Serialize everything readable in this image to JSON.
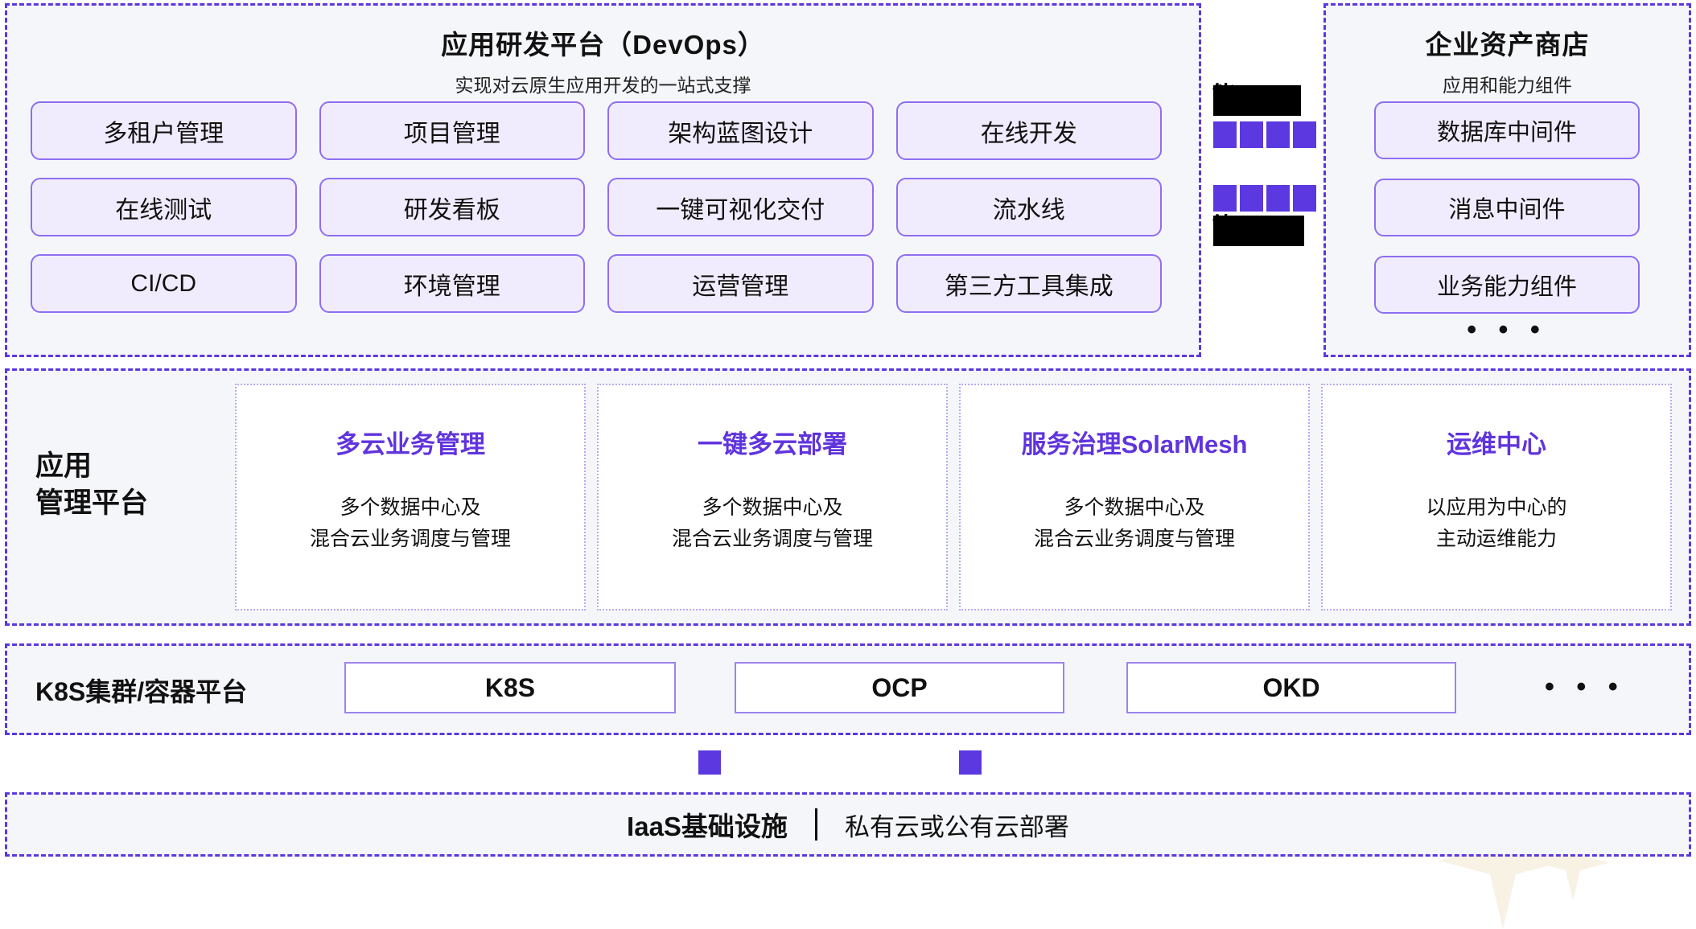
{
  "devops": {
    "title": "应用研发平台（DevOps）",
    "subtitle": "实现对云原生应用开发的一站式支撑",
    "items": [
      "多租户管理",
      "项目管理",
      "架构蓝图设计",
      "在线开发",
      "在线测试",
      "研发看板",
      "一键可视化交付",
      "流水线",
      "CI/CD",
      "环境管理",
      "运营管理",
      "第三方工具集成"
    ]
  },
  "asset_store": {
    "title": "企业资产商店",
    "subtitle": "应用和能力组件",
    "items": [
      "数据库中间件",
      "消息中间件",
      "业务能力组件"
    ],
    "ellipsis": "• • •"
  },
  "connector": {
    "redacted_top": "",
    "redacted_bottom": "",
    "partial_glyph_top": "能",
    "partial_glyph_bottom": "能",
    "block_count_per_row": 4,
    "block_color": "#5B38E0"
  },
  "app_platform": {
    "label_line1": "应用",
    "label_line2": "管理平台",
    "cards": [
      {
        "title": "多云业务管理",
        "desc_line1": "多个数据中心及",
        "desc_line2": "混合云业务调度与管理"
      },
      {
        "title": "一键多云部署",
        "desc_line1": "多个数据中心及",
        "desc_line2": "混合云业务调度与管理"
      },
      {
        "title": "服务治理SolarMesh",
        "desc_line1": "多个数据中心及",
        "desc_line2": "混合云业务调度与管理"
      },
      {
        "title": "运维中心",
        "desc_line1": "以应用为中心的",
        "desc_line2": "主动运维能力"
      }
    ],
    "title_color": "#6034DD"
  },
  "k8s": {
    "label": "K8S集群/容器平台",
    "boxes": [
      "K8S",
      "OCP",
      "OKD"
    ],
    "ellipsis": "• • •"
  },
  "iaas": {
    "title": "IaaS基础设施",
    "divider": "|",
    "subtitle": "私有云或公有云部署"
  },
  "theme": {
    "accent": "#5B38E0",
    "card_border": "#8E6EF2",
    "card_fill": "#F1ECFD",
    "section_bg": "#F5F6FA",
    "page_bg": "#FFFFFF"
  }
}
